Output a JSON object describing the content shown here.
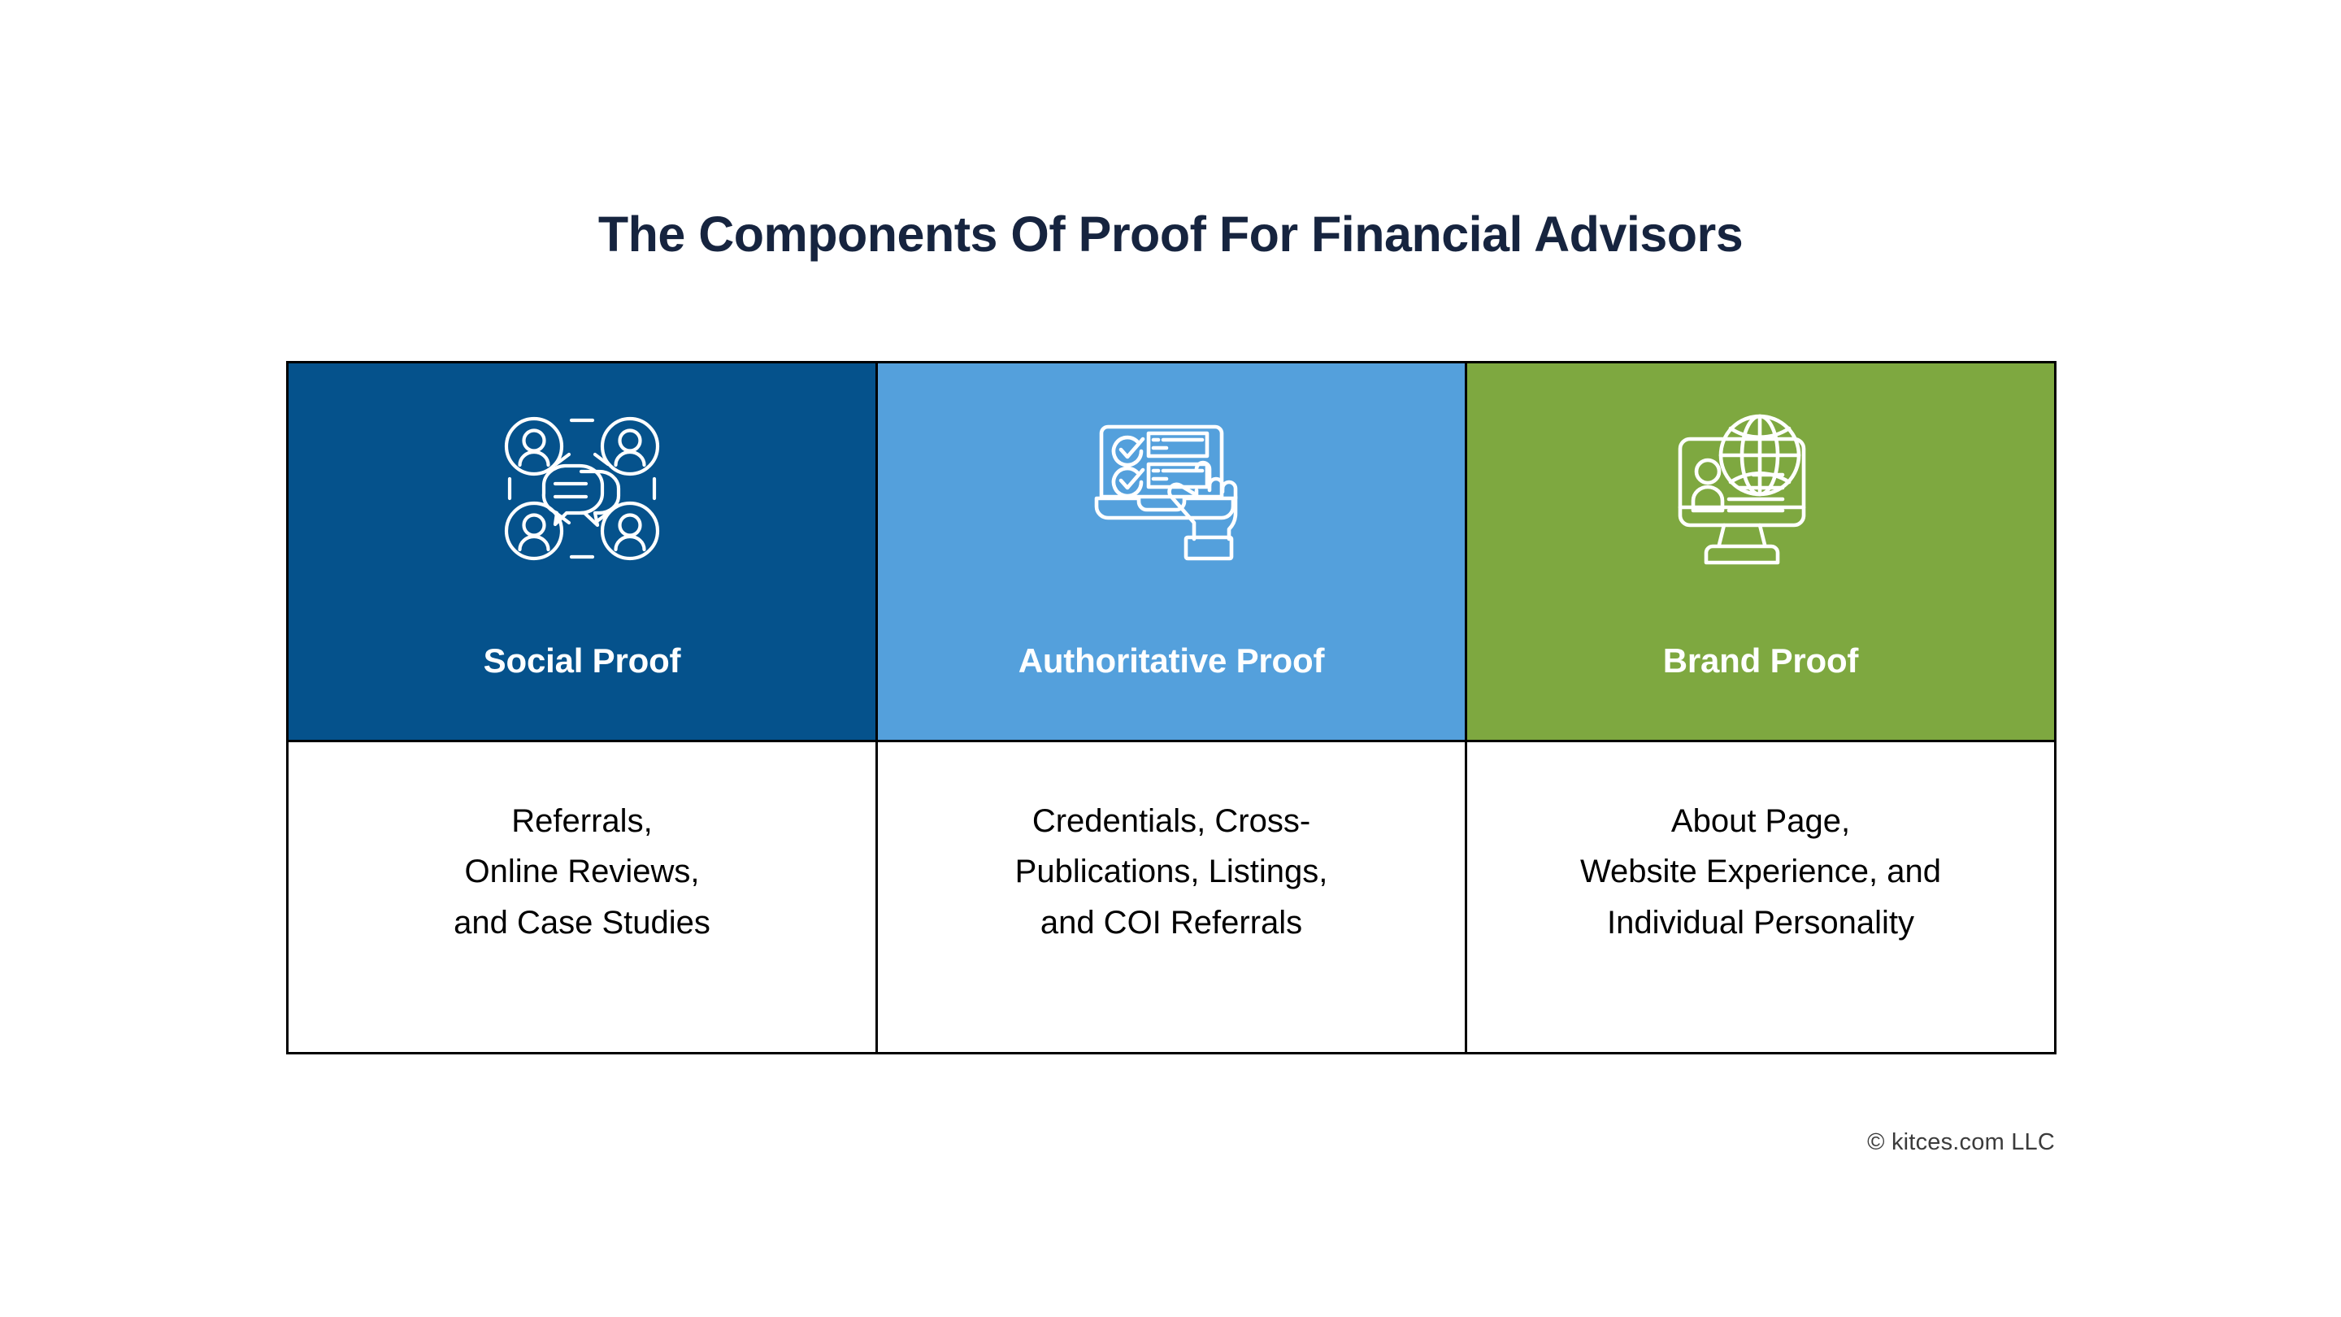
{
  "page": {
    "title": "The Components Of Proof For Financial Advisors",
    "background_color": "#ffffff",
    "title_color": "#16243f"
  },
  "colors": {
    "column_1_header": "#05528c",
    "column_2_header": "#54a0dc",
    "column_3_header": "#7ea840",
    "border": "#000000",
    "header_label": "#ffffff",
    "body_text": "#000000",
    "copyright": "#3b3b3b"
  },
  "matrix": {
    "columns": [
      {
        "icon_name": "social-network-people-chat-icon",
        "header_label": "Social Proof",
        "body_text": "Referrals,\nOnline Reviews,\nand Case Studies",
        "header_color": "#05528c"
      },
      {
        "icon_name": "laptop-checklist-hand-click-icon",
        "header_label": "Authoritative Proof",
        "body_text": "Credentials, Cross-\nPublications, Listings,\nand COI Referrals",
        "header_color": "#54a0dc"
      },
      {
        "icon_name": "monitor-globe-profile-icon",
        "header_label": "Brand Proof",
        "body_text": "About Page,\nWebsite Experience, and\nIndividual Personality",
        "header_color": "#7ea840"
      }
    ]
  },
  "footer": {
    "copyright": "© kitces.com LLC"
  }
}
